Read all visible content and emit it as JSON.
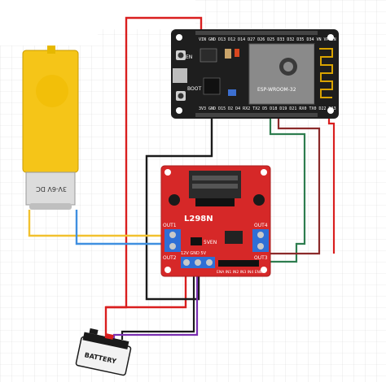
{
  "esp32": {
    "top_pins": "VIN GND D13 D12 D14 D27 D26 D25 D33 D32 D35 D34 VN VP EN",
    "bottom_pins": "3V3 GND D15 D2 D4 RX2 TX2 D5 D18 D19 D21 RX0 TX0 D22 D23",
    "en_label": "EN",
    "boot_label": "BOOT",
    "module_label": "ESP-WROOM-32"
  },
  "l298n": {
    "title": "L298N",
    "out1": "OUT1",
    "out2": "OUT2",
    "out3": "OUT3",
    "out4": "OUT4",
    "power_labels": "12V GND 5V",
    "jumper_label": "5VEN",
    "ctrl_labels": "ENA IN1 IN2 IN3 IN4 ENB"
  },
  "motor": {
    "label": "3V-6V DC"
  },
  "battery": {
    "label": "BATTERY"
  },
  "colors": {
    "wire_red": "#d91e1e",
    "wire_black": "#1a1a1a",
    "wire_green": "#2e7d4f",
    "wire_brown": "#8b2a2a",
    "wire_blue": "#3f8fe0",
    "wire_yellow": "#f2c12e",
    "wire_purple": "#7a2fb0",
    "board_red": "#d62828",
    "esp_black": "#1e1e1e",
    "motor_yellow": "#f5c518"
  }
}
